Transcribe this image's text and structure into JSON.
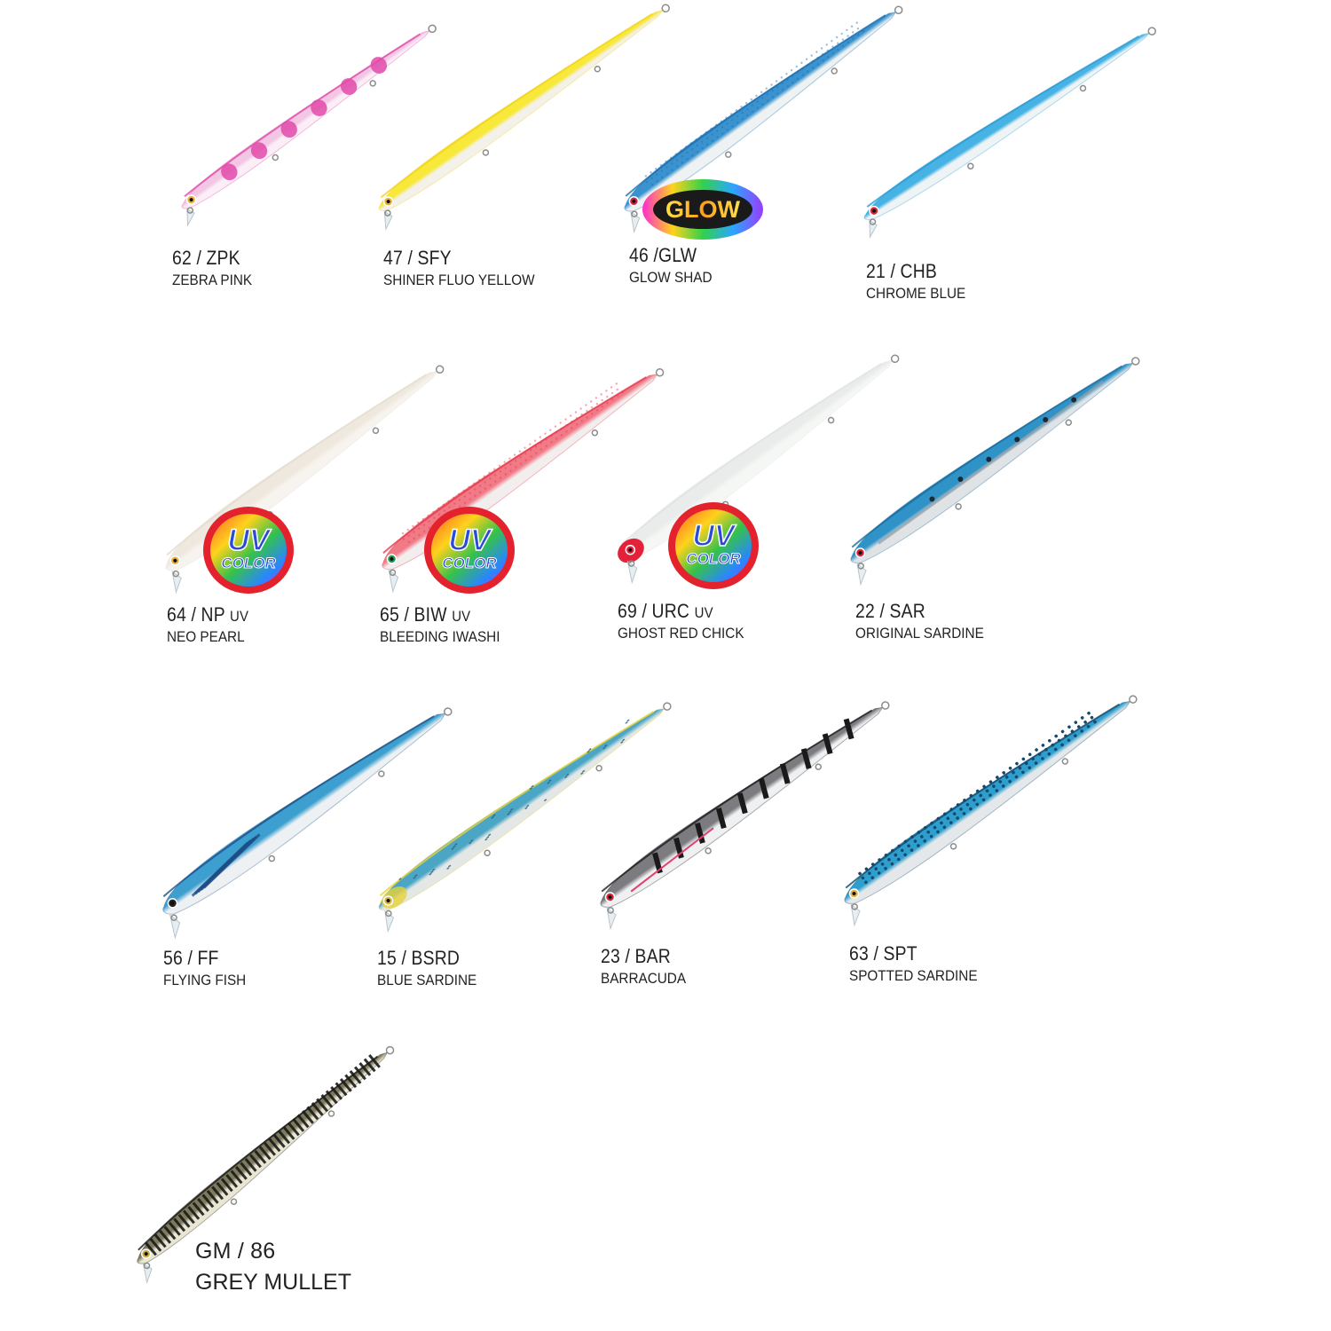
{
  "lures": [
    {
      "code": "62 / ZPK",
      "uv": "",
      "name": "ZEBRA PINK",
      "colors": {
        "back": "#f3c6e4",
        "belly": "#fbeef7",
        "accent": "#e04aaa",
        "eye": "#e8b23a"
      },
      "pattern": "zebra",
      "badge": ""
    },
    {
      "code": "47 / SFY",
      "uv": "",
      "name": "SHINER FLUO YELLOW",
      "colors": {
        "back": "#f7e83a",
        "belly": "#f4f1ea",
        "accent": "#f2d21c",
        "eye": "#e8b23a"
      },
      "pattern": "plain",
      "badge": ""
    },
    {
      "code": "46 /GLW",
      "uv": "",
      "name": "GLOW SHAD",
      "colors": {
        "back": "#3a93cf",
        "belly": "#eef2f2",
        "accent": "#1f6fae",
        "eye": "#d9233a"
      },
      "pattern": "scales",
      "badge": "GLOW"
    },
    {
      "code": "21 / CHB",
      "uv": "",
      "name": "CHROME BLUE",
      "colors": {
        "back": "#47b3e4",
        "belly": "#eef3f5",
        "accent": "#2e9bd4",
        "eye": "#d9233a"
      },
      "pattern": "plain",
      "badge": ""
    },
    {
      "code": "64 / NP",
      "uv": "UV",
      "name": "NEO PEARL",
      "colors": {
        "back": "#efe8de",
        "belly": "#f7f4ef",
        "accent": "#e3dccf",
        "eye": "#e8b23a"
      },
      "pattern": "plain",
      "badge": "UV COLOR"
    },
    {
      "code": "65 / BIW",
      "uv": "UV",
      "name": "BLEEDING IWASHI",
      "colors": {
        "back": "#f07a86",
        "belly": "#f3eeee",
        "accent": "#e8384e",
        "eye": "#1f9a4e"
      },
      "pattern": "scales",
      "badge": "UV COLOR"
    },
    {
      "code": "69 / URC",
      "uv": "UV",
      "name": "GHOST RED CHICK",
      "colors": {
        "back": "#e9ecea",
        "belly": "#f5f7f5",
        "accent": "#e0e4e1",
        "eye": "#e3223a"
      },
      "pattern": "redhead",
      "badge": "UV COLOR"
    },
    {
      "code": "22 / SAR",
      "uv": "",
      "name": "ORIGINAL SARDINE",
      "colors": {
        "back": "#2f93c8",
        "belly": "#dfe3e6",
        "accent": "#1c6c9f",
        "eye": "#d9233a"
      },
      "pattern": "spots-line",
      "badge": ""
    },
    {
      "code": "56 / FF",
      "uv": "",
      "name": "FLYING FISH",
      "colors": {
        "back": "#3d9fd0",
        "belly": "#eef1f3",
        "accent": "#1d4f86",
        "eye": "#222222"
      },
      "pattern": "fin",
      "badge": ""
    },
    {
      "code": "15 / BSRD",
      "uv": "",
      "name": "BLUE SARDINE",
      "colors": {
        "back": "#4ba6c6",
        "belly": "#e3e7e6",
        "accent": "#e7d23a",
        "eye": "#d4b43a"
      },
      "pattern": "speckle",
      "badge": ""
    },
    {
      "code": "23 / BAR",
      "uv": "",
      "name": "BARRACUDA",
      "colors": {
        "back": "#7c7c80",
        "belly": "#eef0f2",
        "accent": "#1a1a1a",
        "eye": "#d9233a"
      },
      "pattern": "bars",
      "badge": ""
    },
    {
      "code": "63 / SPT",
      "uv": "",
      "name": "SPOTTED SARDINE",
      "colors": {
        "back": "#2d9fce",
        "belly": "#e4e8ea",
        "accent": "#14496c",
        "eye": "#e8b23a"
      },
      "pattern": "dots",
      "badge": ""
    },
    {
      "code": "GM / 86",
      "uv": "",
      "name": "GREY MULLET",
      "colors": {
        "back": "#7e7a5e",
        "belly": "#e9e6d4",
        "accent": "#1a1a18",
        "eye": "#c9a93a"
      },
      "pattern": "stripes",
      "badge": ""
    }
  ],
  "badges": {
    "glow": "GLOW",
    "uv_top": "UV",
    "uv_bottom": "COLOR"
  }
}
